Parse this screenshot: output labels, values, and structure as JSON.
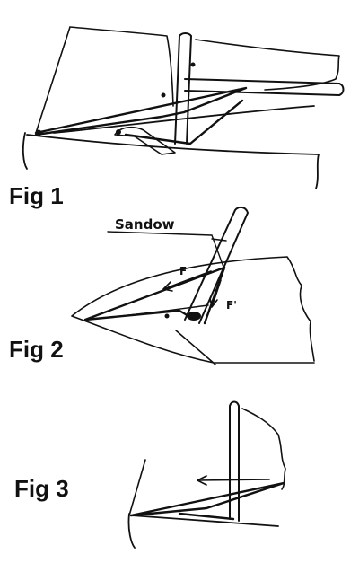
{
  "figures": [
    {
      "label": "Fig 1"
    },
    {
      "label": "Fig 2"
    },
    {
      "label": "Fig 3"
    }
  ],
  "annotations": {
    "sandow": "Sandow",
    "force_f": "F",
    "force_f_prime": "F'"
  },
  "colors": {
    "ink": "#111111",
    "background": "#ffffff"
  }
}
